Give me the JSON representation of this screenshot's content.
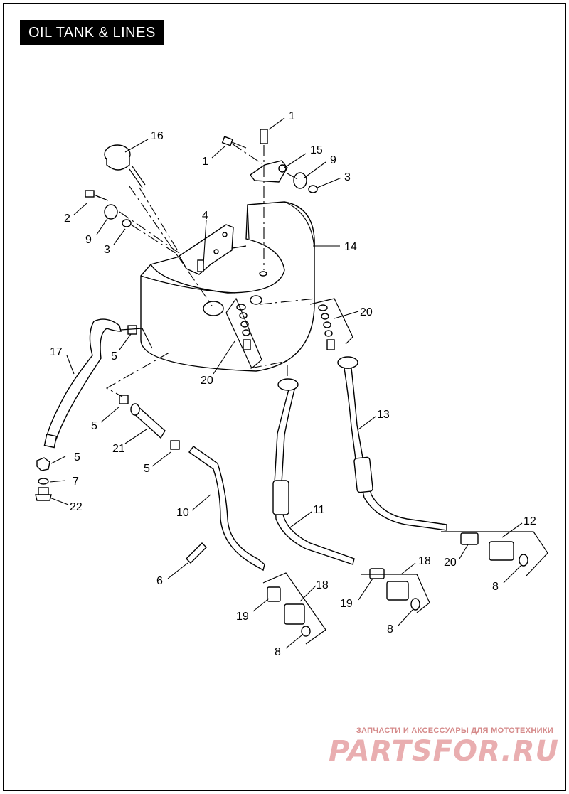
{
  "title": "OIL TANK & LINES",
  "callouts": [
    {
      "id": "c1a",
      "label": "1"
    },
    {
      "id": "c1b",
      "label": "1"
    },
    {
      "id": "c16",
      "label": "16"
    },
    {
      "id": "c15",
      "label": "15"
    },
    {
      "id": "c9a",
      "label": "9"
    },
    {
      "id": "c3a",
      "label": "3"
    },
    {
      "id": "c2",
      "label": "2"
    },
    {
      "id": "c4",
      "label": "4"
    },
    {
      "id": "c9b",
      "label": "9"
    },
    {
      "id": "c3b",
      "label": "3"
    },
    {
      "id": "c14",
      "label": "14"
    },
    {
      "id": "c20a",
      "label": "20"
    },
    {
      "id": "c17",
      "label": "17"
    },
    {
      "id": "c5a",
      "label": "5"
    },
    {
      "id": "c20b",
      "label": "20"
    },
    {
      "id": "c13",
      "label": "13"
    },
    {
      "id": "c5b",
      "label": "5"
    },
    {
      "id": "c21",
      "label": "21"
    },
    {
      "id": "c5c",
      "label": "5"
    },
    {
      "id": "c5d",
      "label": "5"
    },
    {
      "id": "c7",
      "label": "7"
    },
    {
      "id": "c22",
      "label": "22"
    },
    {
      "id": "c10",
      "label": "10"
    },
    {
      "id": "c11",
      "label": "11"
    },
    {
      "id": "c12",
      "label": "12"
    },
    {
      "id": "c18a",
      "label": "18"
    },
    {
      "id": "c20c",
      "label": "20"
    },
    {
      "id": "c8a",
      "label": "8"
    },
    {
      "id": "c6",
      "label": "6"
    },
    {
      "id": "c18b",
      "label": "18"
    },
    {
      "id": "c19a",
      "label": "19"
    },
    {
      "id": "c8b",
      "label": "8"
    },
    {
      "id": "c19b",
      "label": "19"
    },
    {
      "id": "c8c",
      "label": "8"
    }
  ],
  "watermark": {
    "subtitle": "ЗАПЧАСТИ И АКСЕССУАРЫ ДЛЯ МОТОТЕХНИКИ",
    "logo": "PARTSFOR.RU"
  }
}
